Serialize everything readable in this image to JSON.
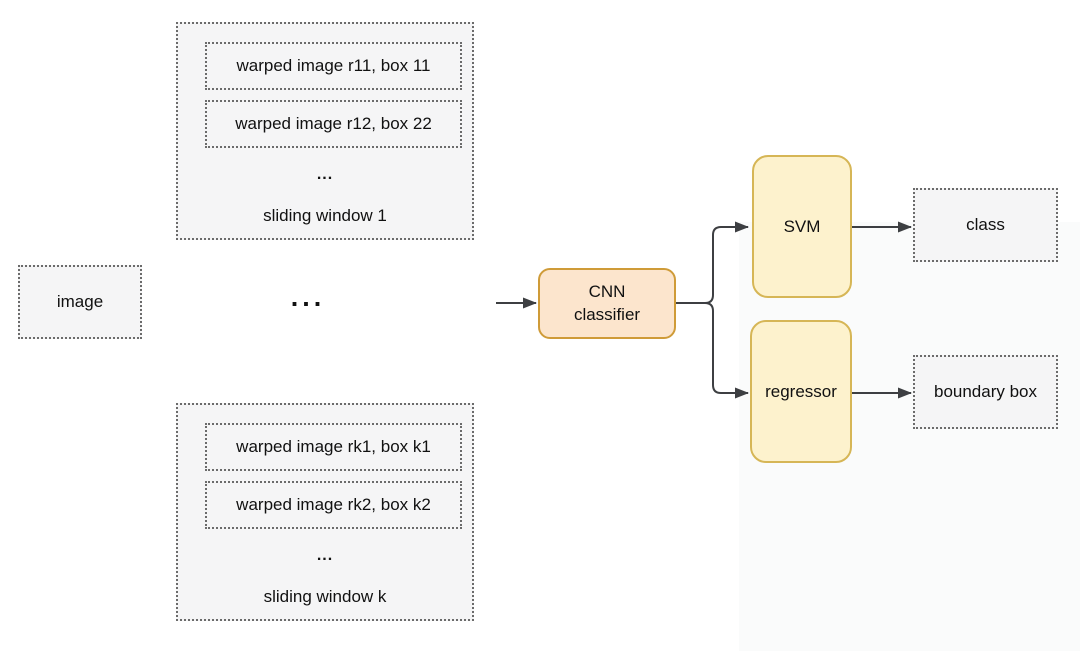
{
  "diagram": {
    "image_box": {
      "label": "image"
    },
    "sliding_window_1": {
      "items": [
        "warped image r11, box 11",
        "warped image r12, box 22"
      ],
      "ellipsis": "...",
      "label": "sliding window 1"
    },
    "middle_ellipsis": "...",
    "sliding_window_k": {
      "items": [
        "warped image rk1, box k1",
        "warped image rk2, box k2"
      ],
      "ellipsis": "...",
      "label": "sliding window k"
    },
    "cnn_classifier": {
      "label": "CNN\nclassifier"
    },
    "svm": {
      "label": "SVM"
    },
    "regressor": {
      "label": "regressor"
    },
    "class_box": {
      "label": "class"
    },
    "boundary_box": {
      "label": "boundary box"
    }
  },
  "colors": {
    "line": "#3d3f42",
    "dotted_border": "#6b6b6b",
    "dotted_fill": "#f5f5f6",
    "cnn_fill": "#fce5cd",
    "cnn_border": "#cf9b38",
    "yellow_fill": "#fdf2cd",
    "yellow_border": "#d6b656",
    "tint": "#fafbfb"
  }
}
